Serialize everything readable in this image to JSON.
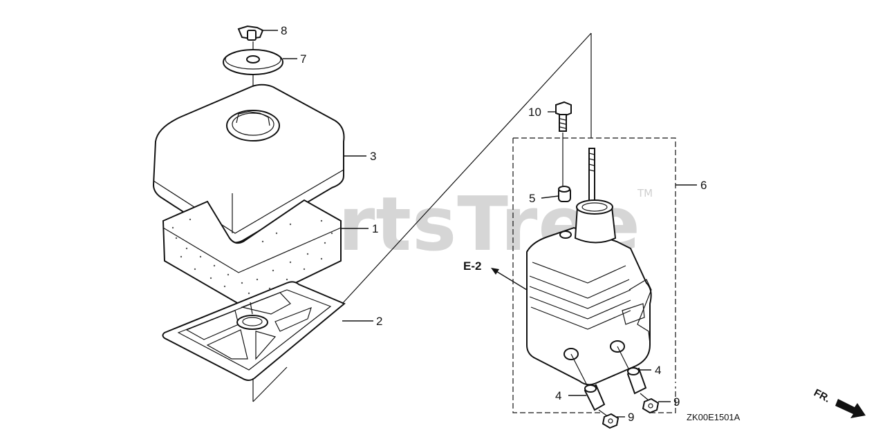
{
  "watermark": {
    "text": "PartsTree",
    "trademark": "TM"
  },
  "callouts": {
    "c1": "1",
    "c2": "2",
    "c3": "3",
    "c4a": "4",
    "c4b": "4",
    "c5": "5",
    "c6": "6",
    "c7": "7",
    "c8": "8",
    "c9a": "9",
    "c9b": "9",
    "c10": "10"
  },
  "reference": "E-2",
  "direction": "FR.",
  "diagram_code": "ZK00E1501A"
}
